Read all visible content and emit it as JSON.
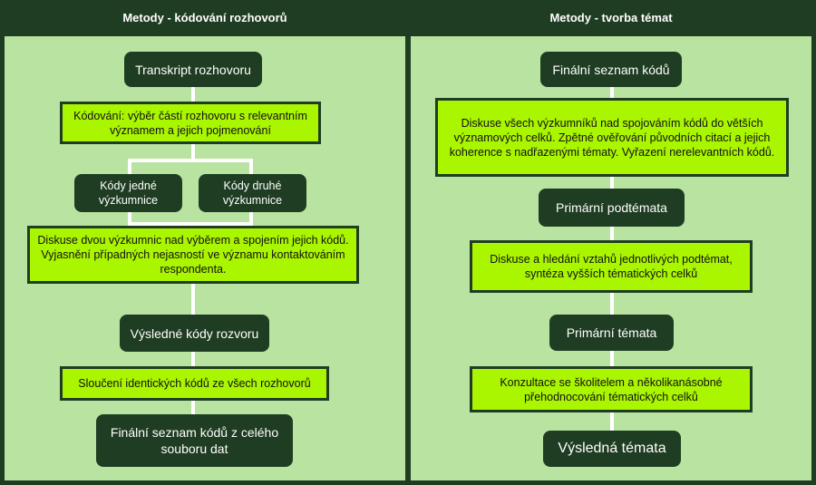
{
  "left": {
    "title": "Metody - kódování rozhovorů",
    "transkript": "Transkript rozhovoru",
    "kodovani": "Kódování: výběr částí rozhovoru s relevantním významem a jejich pojmenování",
    "kody1": "Kódy jedné výzkumnice",
    "kody2": "Kódy druhé výzkumnice",
    "diskuse": "Diskuse dvou výzkumnic nad výběrem a spojením jejich kódů. Vyjasnění případných nejasností ve významu kontaktováním respondenta.",
    "vysledne": "Výsledné kódy rozvoru",
    "slouceni": "Sloučení identických kódů ze všech rozhovorů",
    "finalni": "Finální seznam kódů z celého souboru dat"
  },
  "right": {
    "title": "Metody - tvorba témat",
    "finalni": "Finální seznam kódů",
    "diskuse": "Diskuse všech výzkumníků nad spojováním kódů do větších významových celků. Zpětné ověřování původních citací a jejich koherence s nadřazenými tématy. Vyřazení nerelevantních kódů.",
    "podtemata": "Primární podtémata",
    "hledani": "Diskuse a hledání vztahů jednotlivých podtémat, syntéza vyšších tématických celků",
    "temata": "Primární témata",
    "konzultace": "Konzultace se školitelem a několikanásobné přehodnocování tématických celků",
    "vysledna": "Výsledná témata"
  }
}
